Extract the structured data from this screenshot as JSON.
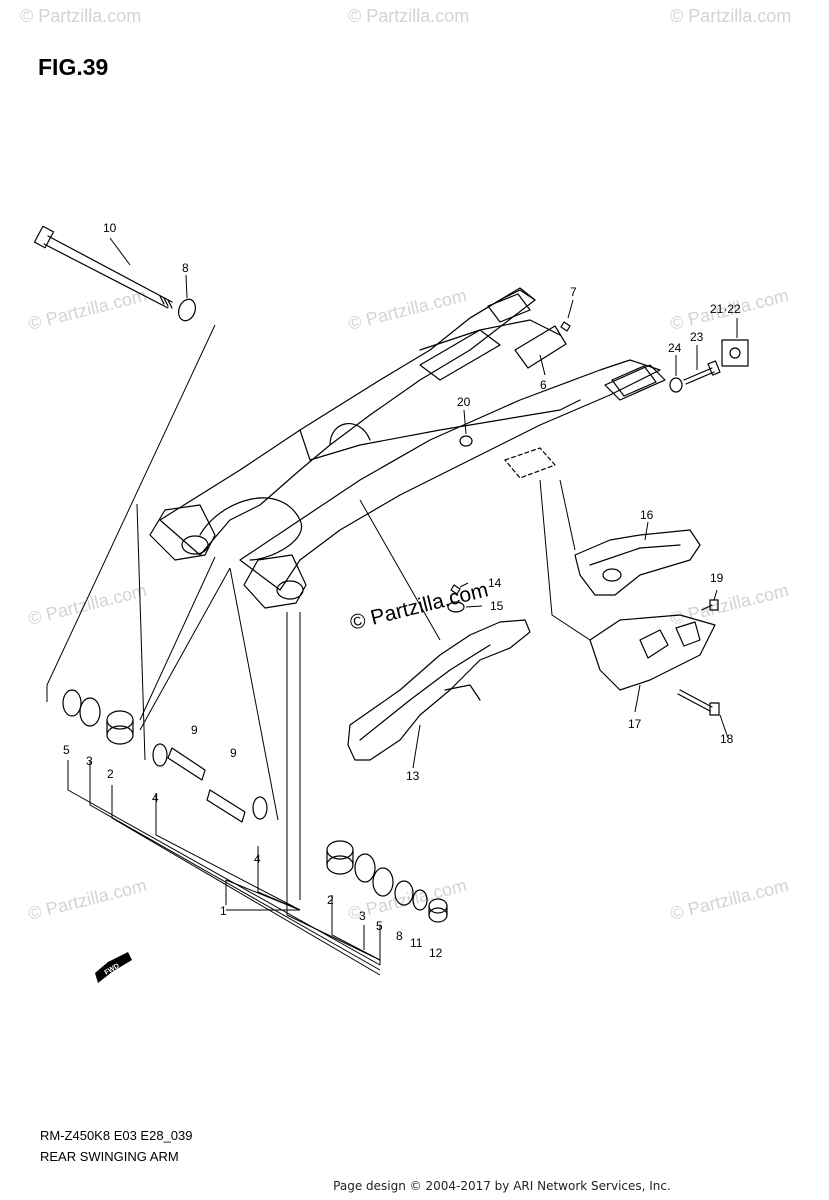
{
  "figure": {
    "title": "FIG.39"
  },
  "callouts": [
    "10",
    "8",
    "7",
    "21·22",
    "23",
    "24",
    "6",
    "20",
    "16",
    "14",
    "15",
    "19",
    "17",
    "18",
    "13",
    "5",
    "3",
    "2",
    "9",
    "9",
    "4",
    "4",
    "1",
    "2",
    "3",
    "5",
    "8",
    "11",
    "12"
  ],
  "badge": {
    "fwd": "FWD"
  },
  "watermarks": {
    "small": "© Partzilla.com",
    "center": "© Partzilla.com"
  },
  "caption": {
    "model_code": "RM-Z450K8 E03 E28_039",
    "part_title": "REAR SWINGING ARM"
  },
  "footer": {
    "text": "Page design © 2004-2017 by ARI Network Services, Inc."
  },
  "colors": {
    "line": "#000000",
    "watermark": "#d3d3d3",
    "background": "#ffffff"
  }
}
